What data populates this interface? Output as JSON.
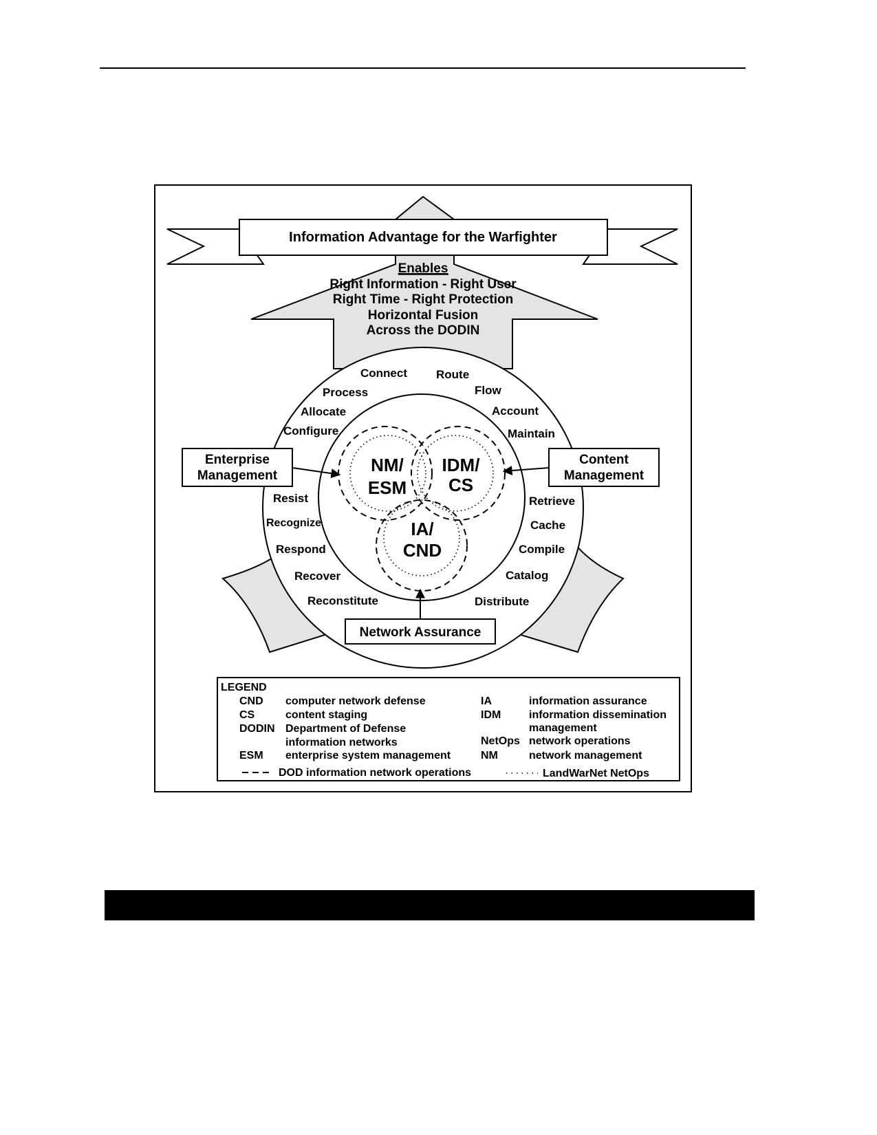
{
  "banner": {
    "title": "Information Advantage for the Warfighter"
  },
  "enables": {
    "heading": "Enables",
    "lines": [
      "Right Information - Right User",
      "Right Time - Right Protection",
      "Horizontal Fusion",
      "Across the DODIN"
    ]
  },
  "ring_left": [
    "Configure",
    "Allocate",
    "Process",
    "Connect"
  ],
  "ring_right": [
    "Route",
    "Flow",
    "Account",
    "Maintain"
  ],
  "ring_bottom_left": [
    "Resist",
    "Recognize",
    "Respond",
    "Recover",
    "Reconstitute"
  ],
  "ring_bottom_right": [
    "Retrieve",
    "Cache",
    "Compile",
    "Catalog",
    "Distribute"
  ],
  "boxes": {
    "enterprise": [
      "Enterprise",
      "Management"
    ],
    "content": [
      "Content",
      "Management"
    ],
    "network": "Network Assurance"
  },
  "core": {
    "nm": [
      "NM/",
      "ESM"
    ],
    "idm": [
      "IDM/",
      "CS"
    ],
    "ia": [
      "IA/",
      "CND"
    ]
  },
  "legend": {
    "title": "LEGEND",
    "left": [
      {
        "abbr": "CND",
        "def": [
          "computer network defense"
        ]
      },
      {
        "abbr": "CS",
        "def": [
          "content staging"
        ]
      },
      {
        "abbr": "DODIN",
        "def": [
          "Department of Defense",
          "information networks"
        ]
      },
      {
        "abbr": "ESM",
        "def": [
          "enterprise system management"
        ]
      }
    ],
    "right": [
      {
        "abbr": "IA",
        "def": [
          "information assurance"
        ]
      },
      {
        "abbr": "IDM",
        "def": [
          "information dissemination",
          "management"
        ]
      },
      {
        "abbr": "NetOps",
        "def": [
          "network operations"
        ]
      },
      {
        "abbr": "NM",
        "def": [
          "network management"
        ]
      }
    ],
    "dashed_label": "DOD information network operations",
    "dotted_label": "LandWarNet NetOps"
  }
}
